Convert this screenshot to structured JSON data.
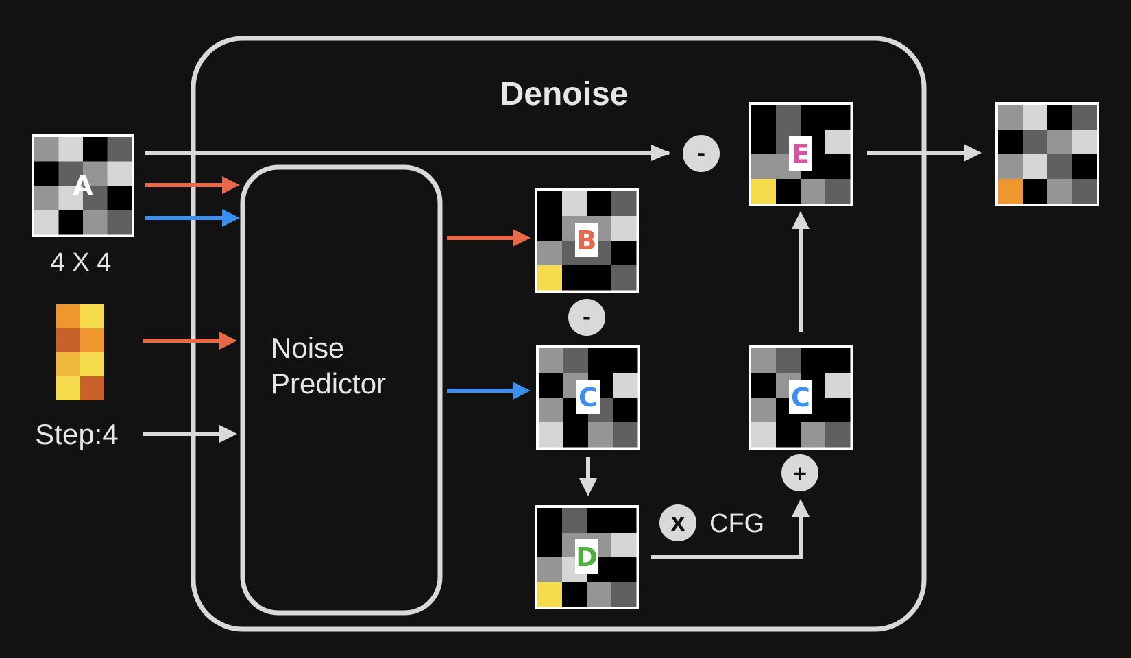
{
  "title": "Denoise",
  "predictor_label_line1": "Noise",
  "predictor_label_line2": "Predictor",
  "input_size_label": "4 X 4",
  "step_label": "Step:4",
  "cfg_label": "CFG",
  "ops": {
    "subtract_top": "-",
    "subtract_mid": "-",
    "multiply": "X",
    "add": "+"
  },
  "colors": {
    "background": "#121212",
    "outline": "#d9d9d9",
    "arrow_gray": "#d9d9d9",
    "arrow_red": "#e8694a",
    "arrow_blue": "#3b8ff0",
    "letter_A": "#ffffff",
    "letter_B": "#e8694a",
    "letter_C": "#3b8ff0",
    "letter_D": "#4fae3c",
    "letter_E": "#d654a0"
  },
  "grids": {
    "A": {
      "letter": "A",
      "cells": [
        "#959595",
        "#d6d6d6",
        "#000000",
        "#606060",
        "#000000",
        "#606060",
        "#959595",
        "#d6d6d6",
        "#959595",
        "#d6d6d6",
        "#606060",
        "#000000",
        "#d6d6d6",
        "#000000",
        "#959595",
        "#606060"
      ]
    },
    "B": {
      "letter": "B",
      "cells": [
        "#000000",
        "#d6d6d6",
        "#000000",
        "#606060",
        "#000000",
        "#959595",
        "#959595",
        "#d6d6d6",
        "#959595",
        "#606060",
        "#606060",
        "#000000",
        "#f5dc4c",
        "#000000",
        "#000000",
        "#606060"
      ]
    },
    "C1": {
      "letter": "C",
      "cells": [
        "#959595",
        "#606060",
        "#000000",
        "#000000",
        "#000000",
        "#959595",
        "#000000",
        "#d6d6d6",
        "#959595",
        "#000000",
        "#606060",
        "#000000",
        "#d6d6d6",
        "#000000",
        "#959595",
        "#606060"
      ]
    },
    "D": {
      "letter": "D",
      "cells": [
        "#000000",
        "#606060",
        "#000000",
        "#000000",
        "#000000",
        "#959595",
        "#959595",
        "#d6d6d6",
        "#959595",
        "#d6d6d6",
        "#000000",
        "#000000",
        "#f5dc4c",
        "#000000",
        "#959595",
        "#606060"
      ]
    },
    "C2": {
      "letter": "C",
      "cells": [
        "#959595",
        "#606060",
        "#000000",
        "#000000",
        "#000000",
        "#959595",
        "#000000",
        "#d6d6d6",
        "#959595",
        "#000000",
        "#000000",
        "#000000",
        "#d6d6d6",
        "#000000",
        "#959595",
        "#606060"
      ]
    },
    "E": {
      "letter": "E",
      "cells": [
        "#000000",
        "#606060",
        "#000000",
        "#000000",
        "#000000",
        "#606060",
        "#000000",
        "#d6d6d6",
        "#959595",
        "#959595",
        "#000000",
        "#000000",
        "#f5dc4c",
        "#000000",
        "#959595",
        "#606060"
      ]
    },
    "OUT": {
      "letter": "",
      "cells": [
        "#959595",
        "#d6d6d6",
        "#000000",
        "#606060",
        "#000000",
        "#606060",
        "#959595",
        "#d6d6d6",
        "#959595",
        "#d6d6d6",
        "#606060",
        "#000000",
        "#f0962e",
        "#000000",
        "#959595",
        "#606060"
      ]
    }
  },
  "prompt_embedding": {
    "cells": [
      "#f0962e",
      "#f5dc4c",
      "#c9622a",
      "#f0962e",
      "#f0b93e",
      "#f5dc4c",
      "#f5dc4c",
      "#c9622a"
    ]
  }
}
